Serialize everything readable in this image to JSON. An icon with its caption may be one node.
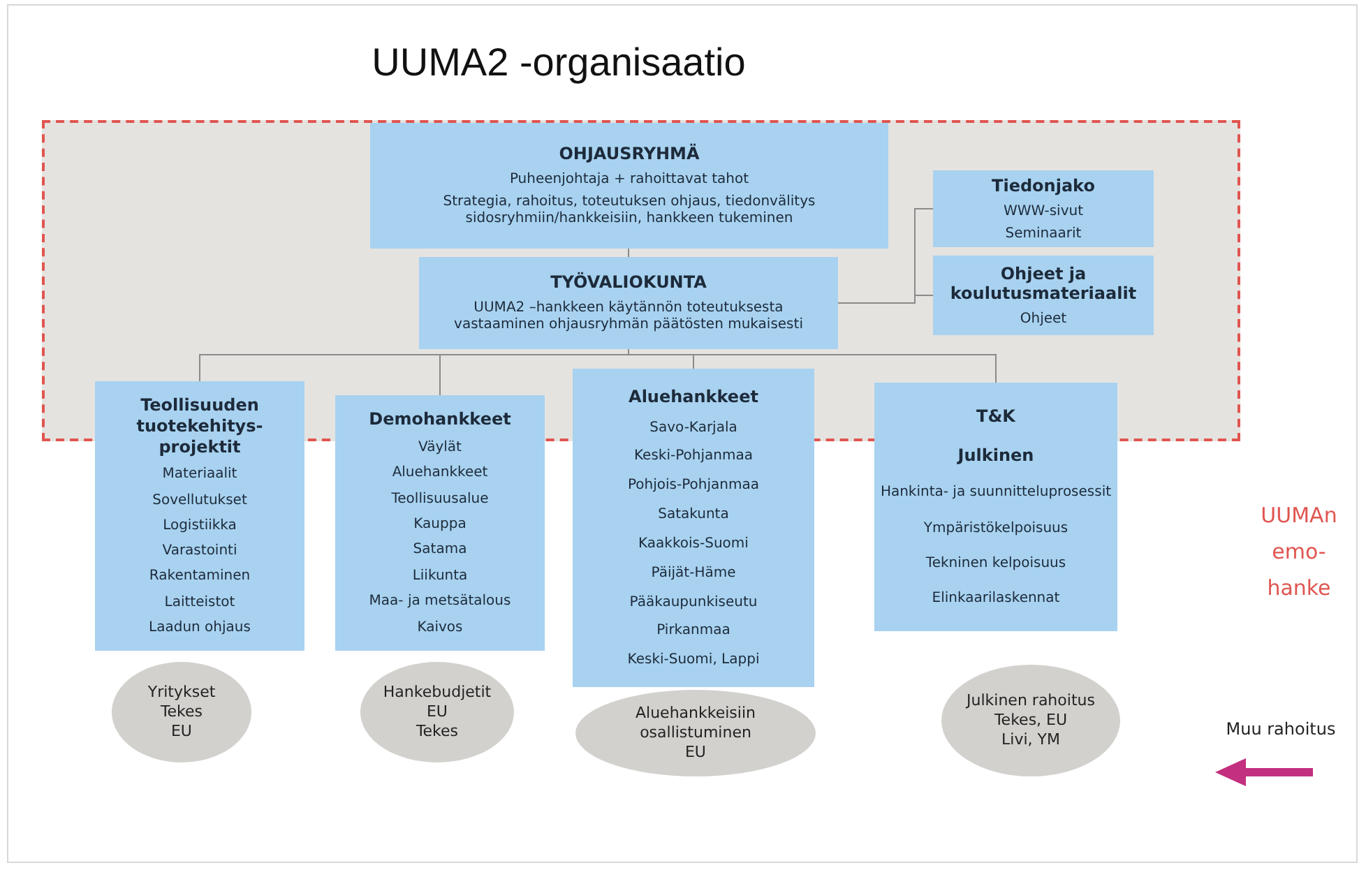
{
  "diagram": {
    "title": "UUMA2 -organisaatio",
    "nodes": [
      {
        "text": [
          "UUMAn emo- hanke"
        ]
      },
      {
        "text": [
          "OHJAUSRYHMÄ",
          "Puheenjohtaja + rahoittavat tahot",
          "Strategia, rahoitus, toteutuksen ohjaus, tiedonvälitys sidosryhmiin/hankkeisiin, hankkeen tukeminen"
        ],
        "in": 0
      },
      {
        "text": [
          "TYÖVALIOKUNTA",
          "UUMA2 –hankkeen käytännön toteutuksesta vastaaminen ohjausryhmän päätösten mukaisesti"
        ],
        "in": 0
      },
      {
        "text": [
          "Tiedonjako",
          "WWW-sivut",
          "Seminaarit"
        ],
        "in": 0
      },
      {
        "text": [
          "Ohjeet ja koulutusmateriaalit",
          "Ohjeet"
        ],
        "in": 0
      },
      {
        "text": [
          "Teollisuuden tuotekehitys- projektit",
          "Materiaalit",
          "Sovellutukset",
          "Logistiikka",
          "Varastointi",
          "Rakentaminen",
          "Laitteistot",
          "Laadun ohjaus"
        ]
      },
      {
        "text": [
          "Demohankkeet",
          "Väylät",
          "Aluehankkeet",
          "Teollisuusalue",
          "Kauppa",
          "Satama",
          "Liikunta",
          "Maa- ja metsätalous",
          "Kaivos"
        ]
      },
      {
        "text": [
          "Aluehankkeet",
          "Savo-Karjala",
          "Keski-Pohjanmaa",
          "Pohjois-Pohjanmaa",
          "Satakunta",
          "Kaakkois-Suomi",
          "Päijät-Häme",
          "Pääkaupunkiseutu",
          "Pirkanmaa",
          "Keski-Suomi, Lappi"
        ]
      },
      {
        "text": [
          "T&K",
          "Julkinen",
          "Hankinta- ja suunnitteluprosessit",
          "Ympäristökelpoisuus",
          "Tekninen kelpoisuus",
          "Elinkaarilaskennat"
        ]
      },
      {
        "text": [
          "Yritykset",
          "Tekes",
          "EU"
        ]
      },
      {
        "text": [
          "Hankebudjetit",
          "EU",
          "Tekes"
        ]
      },
      {
        "text": [
          "Aluehankkeisiin osallistuminen",
          "EU"
        ]
      },
      {
        "text": [
          "Julkinen rahoitus",
          "Tekes, EU",
          "Livi, YM"
        ]
      }
    ],
    "edges": [
      {
        "from": 1,
        "to": 2,
        "arrow": "none"
      },
      {
        "from": 2,
        "to": 3,
        "arrow": "none"
      },
      {
        "from": 2,
        "to": 4,
        "arrow": "none"
      },
      {
        "from": 2,
        "to": 5,
        "arrow": "none"
      },
      {
        "from": 2,
        "to": 6,
        "arrow": "none"
      },
      {
        "from": 2,
        "to": 7,
        "arrow": "none"
      },
      {
        "from": 2,
        "to": 8,
        "arrow": "none"
      }
    ],
    "labels": [
      "Muu rahoitus"
    ]
  }
}
